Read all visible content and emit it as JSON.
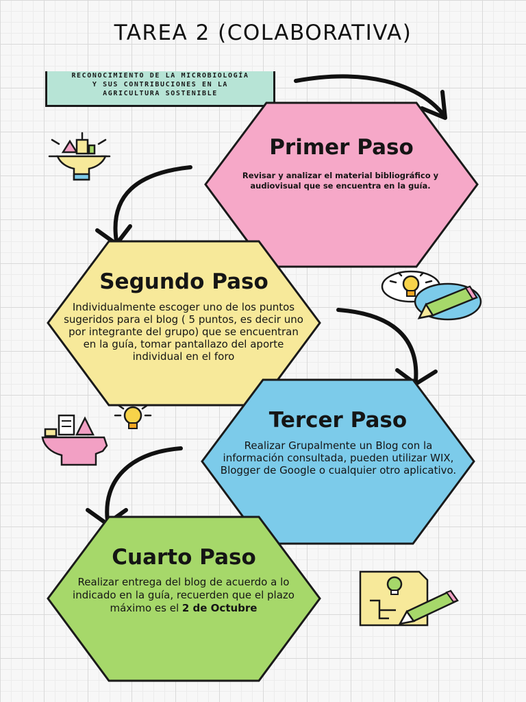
{
  "title": "TAREA 2 (COLABORATIVA)",
  "topic": {
    "line1": "RECONOCIMIENTO DE LA MICROBIOLOGÍA",
    "line2": "Y SUS CONTRIBUCIONES EN LA",
    "line3": "AGRICULTURA SOSTENIBLE"
  },
  "steps": [
    {
      "title": "Primer Paso",
      "text": "Revisar y analizar el material bibliográfico y audiovisual que se encuentra en la guía.",
      "color": "#f6a8c8"
    },
    {
      "title": "Segundo Paso",
      "text": "Individualmente escoger uno de los  puntos sugeridos para el blog ( 5 puntos, es decir uno por integrante del grupo) que se encuentran en la guía,  tomar pantallazo del aporte individual en el foro",
      "color": "#f7e99a"
    },
    {
      "title": "Tercer Paso",
      "text": "Realizar Grupalmente un Blog con la información consultada, pueden utilizar WIX, Blogger de Google o cualquier otro aplicativo.",
      "color": "#7ccbea"
    },
    {
      "title": "Cuarto Paso",
      "text_before": "Realizar entrega del blog de acuerdo a lo indicado en la guía, recuerden que el plazo máximo es el ",
      "text_bold": "2 de Octubre",
      "color": "#a6d86a"
    }
  ],
  "icons": [
    "idea-hand-icon",
    "lightbulb-pencil-icon",
    "hand-pencil-bulb-icon",
    "idea-document-pencil-icon"
  ],
  "colors": {
    "outline": "#1a1a1a",
    "arrow": "#111111",
    "grid": "#d9d9d9"
  }
}
